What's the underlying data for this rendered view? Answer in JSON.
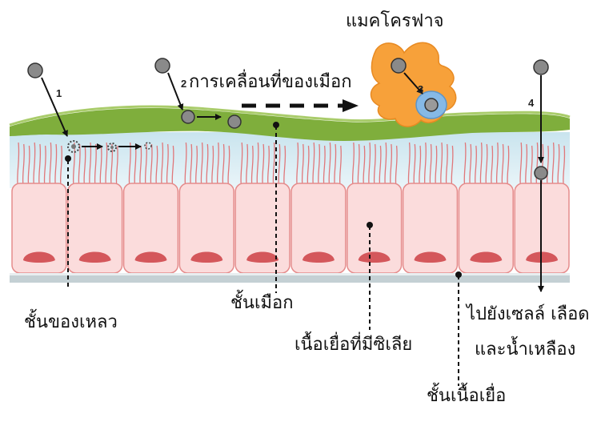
{
  "labels": {
    "macrophage": "แมคโครฟาจ",
    "mucus_movement": "การเคลื่อนที่ของเมือก",
    "fluid_layer": "ชั้นของเหลว",
    "mucus_layer": "ชั้นเมือก",
    "ciliated_tissue": "เนื้อเยื่อที่มีซิเลีย",
    "to_blood_line1": "ไปยังเซลล์ เลือด",
    "to_blood_line2": "และน้ำเหลือง",
    "tissue_layer": "ชั้นเนื้อเยื่อ"
  },
  "step_numbers": [
    "1",
    "2",
    "3",
    "4"
  ],
  "colors": {
    "mucus": "#7fae3c",
    "fluid": "#d7ecf4",
    "cell_fill": "#fbdcdc",
    "cell_border": "#e58b8b",
    "nucleus": "#d4575b",
    "cilia": "#e0777a",
    "macrophage": "#f7a13a",
    "particle": "#8a8a8a",
    "basement": "#b8c6cc"
  }
}
